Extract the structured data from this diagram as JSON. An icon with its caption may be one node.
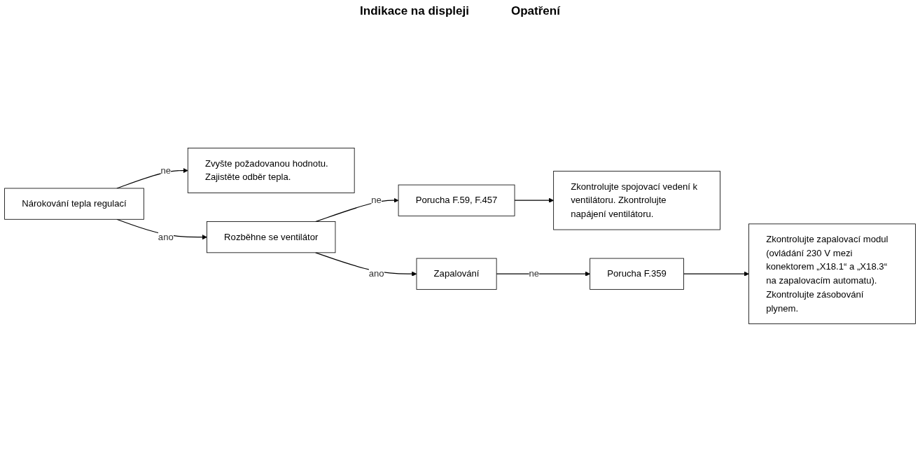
{
  "diagram": {
    "nodes": [
      {
        "text": [
          "Nárokování tepla regulací"
        ]
      },
      {
        "text": [
          "Zvyšte požadovanou hodnotu. Zajistěte odběr tepla."
        ]
      },
      {
        "text": [
          "Rozběhne se ventilátor"
        ]
      },
      {
        "text": [
          "Porucha F.59, F.457"
        ]
      },
      {
        "text": [
          "Zkontrolujte spojovací vedení k ventilátoru. Zkontrolujte napájení ventilátoru."
        ]
      },
      {
        "text": [
          "Zapalování"
        ]
      },
      {
        "text": [
          "Porucha F.359"
        ]
      },
      {
        "text": [
          "Zkontrolujte zapalovací modul (ovládání 230 V mezi konektorem „X18.1“ a „X18.3“ na zapalovacím automatu). Zkontrolujte zásobování plynem."
        ]
      }
    ],
    "edges": [
      {
        "from": 0,
        "to": 1,
        "label": "ne",
        "arrow": "to"
      },
      {
        "from": 0,
        "to": 2,
        "label": "ano",
        "arrow": "to"
      },
      {
        "from": 2,
        "to": 3,
        "label": "ne",
        "arrow": "to"
      },
      {
        "from": 3,
        "to": 4,
        "arrow": "to"
      },
      {
        "from": 2,
        "to": 5,
        "label": "ano",
        "arrow": "to"
      },
      {
        "from": 5,
        "to": 6,
        "label": "ne",
        "arrow": "to"
      },
      {
        "from": 6,
        "to": 7,
        "arrow": "to"
      }
    ],
    "labels": [
      "Indikace na displeji",
      "Opatření"
    ]
  }
}
